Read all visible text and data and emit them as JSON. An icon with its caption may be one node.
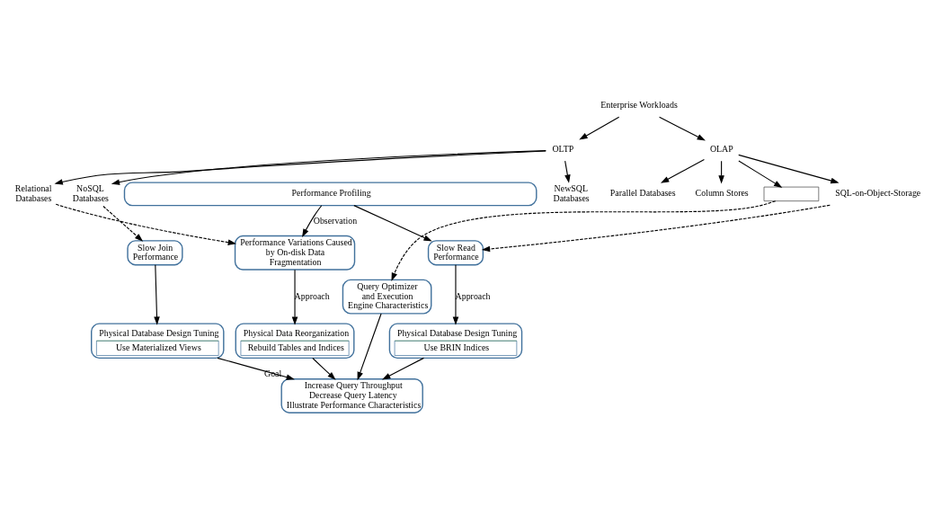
{
  "diagram": {
    "nodes": [
      {
        "text": [
          "Enterprise Workloads"
        ]
      },
      {
        "text": [
          "OLTP"
        ]
      },
      {
        "text": [
          "OLAP"
        ]
      },
      {
        "text": [
          "Parallel Databases"
        ]
      },
      {
        "text": [
          "Column Stores"
        ]
      },
      {
        "text": [
          "Relational Databases"
        ]
      },
      {
        "text": [
          "NoSQL Databases"
        ]
      },
      {
        "text": [
          "NewSQL Databases"
        ]
      },
      {
        "text": [],
        "shape": "box"
      },
      {
        "text": [
          "SQL-on-Object-Storage"
        ]
      },
      {
        "text": [
          "Performance Profiling"
        ]
      },
      {
        "text": [
          "Performance Variations Caused by On-disk Data Fragmentation"
        ]
      },
      {
        "text": [
          "Slow Join Performance"
        ]
      },
      {
        "text": [
          "Query Optimizer and Execution Engine Characteristics"
        ]
      },
      {
        "text": [
          "Slow Read Performance"
        ]
      },
      {
        "text": [
          "Physical Data Reorganization",
          "Rebuild Tables and Indices"
        ]
      },
      {
        "text": [
          "Physical Database Design Tuning",
          "Use Materialized Views"
        ]
      },
      {
        "text": [
          "Physical Database Design Tuning",
          "Use BRIN Indices"
        ]
      },
      {
        "text": [
          "Increase Query Throughput",
          "Decrease Query Latency",
          "Illustrate Performance Characteristics"
        ],
        "beside": [
          "Goal"
        ]
      }
    ],
    "edges": [
      {
        "from": 0,
        "to": 1,
        "arrow": "to"
      },
      {
        "from": 0,
        "to": 2,
        "arrow": "to"
      },
      {
        "from": 2,
        "to": 3,
        "arrow": "to"
      },
      {
        "from": 2,
        "to": 4,
        "arrow": "to"
      },
      {
        "from": 1,
        "to": 5,
        "arrow": "to"
      },
      {
        "from": 1,
        "to": 6,
        "arrow": "to"
      },
      {
        "from": 1,
        "to": 7,
        "arrow": "to"
      },
      {
        "from": 2,
        "to": 8,
        "arrow": "to"
      },
      {
        "from": 2,
        "to": 9,
        "arrow": "to"
      },
      {
        "from": 5,
        "to": 11,
        "arrow": "to",
        "style": "dashed"
      },
      {
        "from": 6,
        "to": 12,
        "arrow": "to",
        "style": "dashed"
      },
      {
        "from": 8,
        "to": 13,
        "arrow": "to",
        "style": "dashed"
      },
      {
        "from": 9,
        "to": 14,
        "arrow": "to",
        "style": "dashed"
      },
      {
        "from": 10,
        "to": 11,
        "arrow": "to",
        "label": "Observation"
      },
      {
        "from": 10,
        "to": 14,
        "arrow": "to"
      },
      {
        "from": 11,
        "to": 15,
        "arrow": "to",
        "label": "Approach"
      },
      {
        "from": 12,
        "to": 16,
        "arrow": "to"
      },
      {
        "from": 14,
        "to": 17,
        "arrow": "to",
        "label": "Approach"
      },
      {
        "from": 15,
        "to": 18,
        "arrow": "to"
      },
      {
        "from": 16,
        "to": 18,
        "arrow": "to"
      },
      {
        "from": 13,
        "to": 18,
        "arrow": "to"
      },
      {
        "from": 17,
        "to": 18,
        "arrow": "to"
      }
    ]
  }
}
